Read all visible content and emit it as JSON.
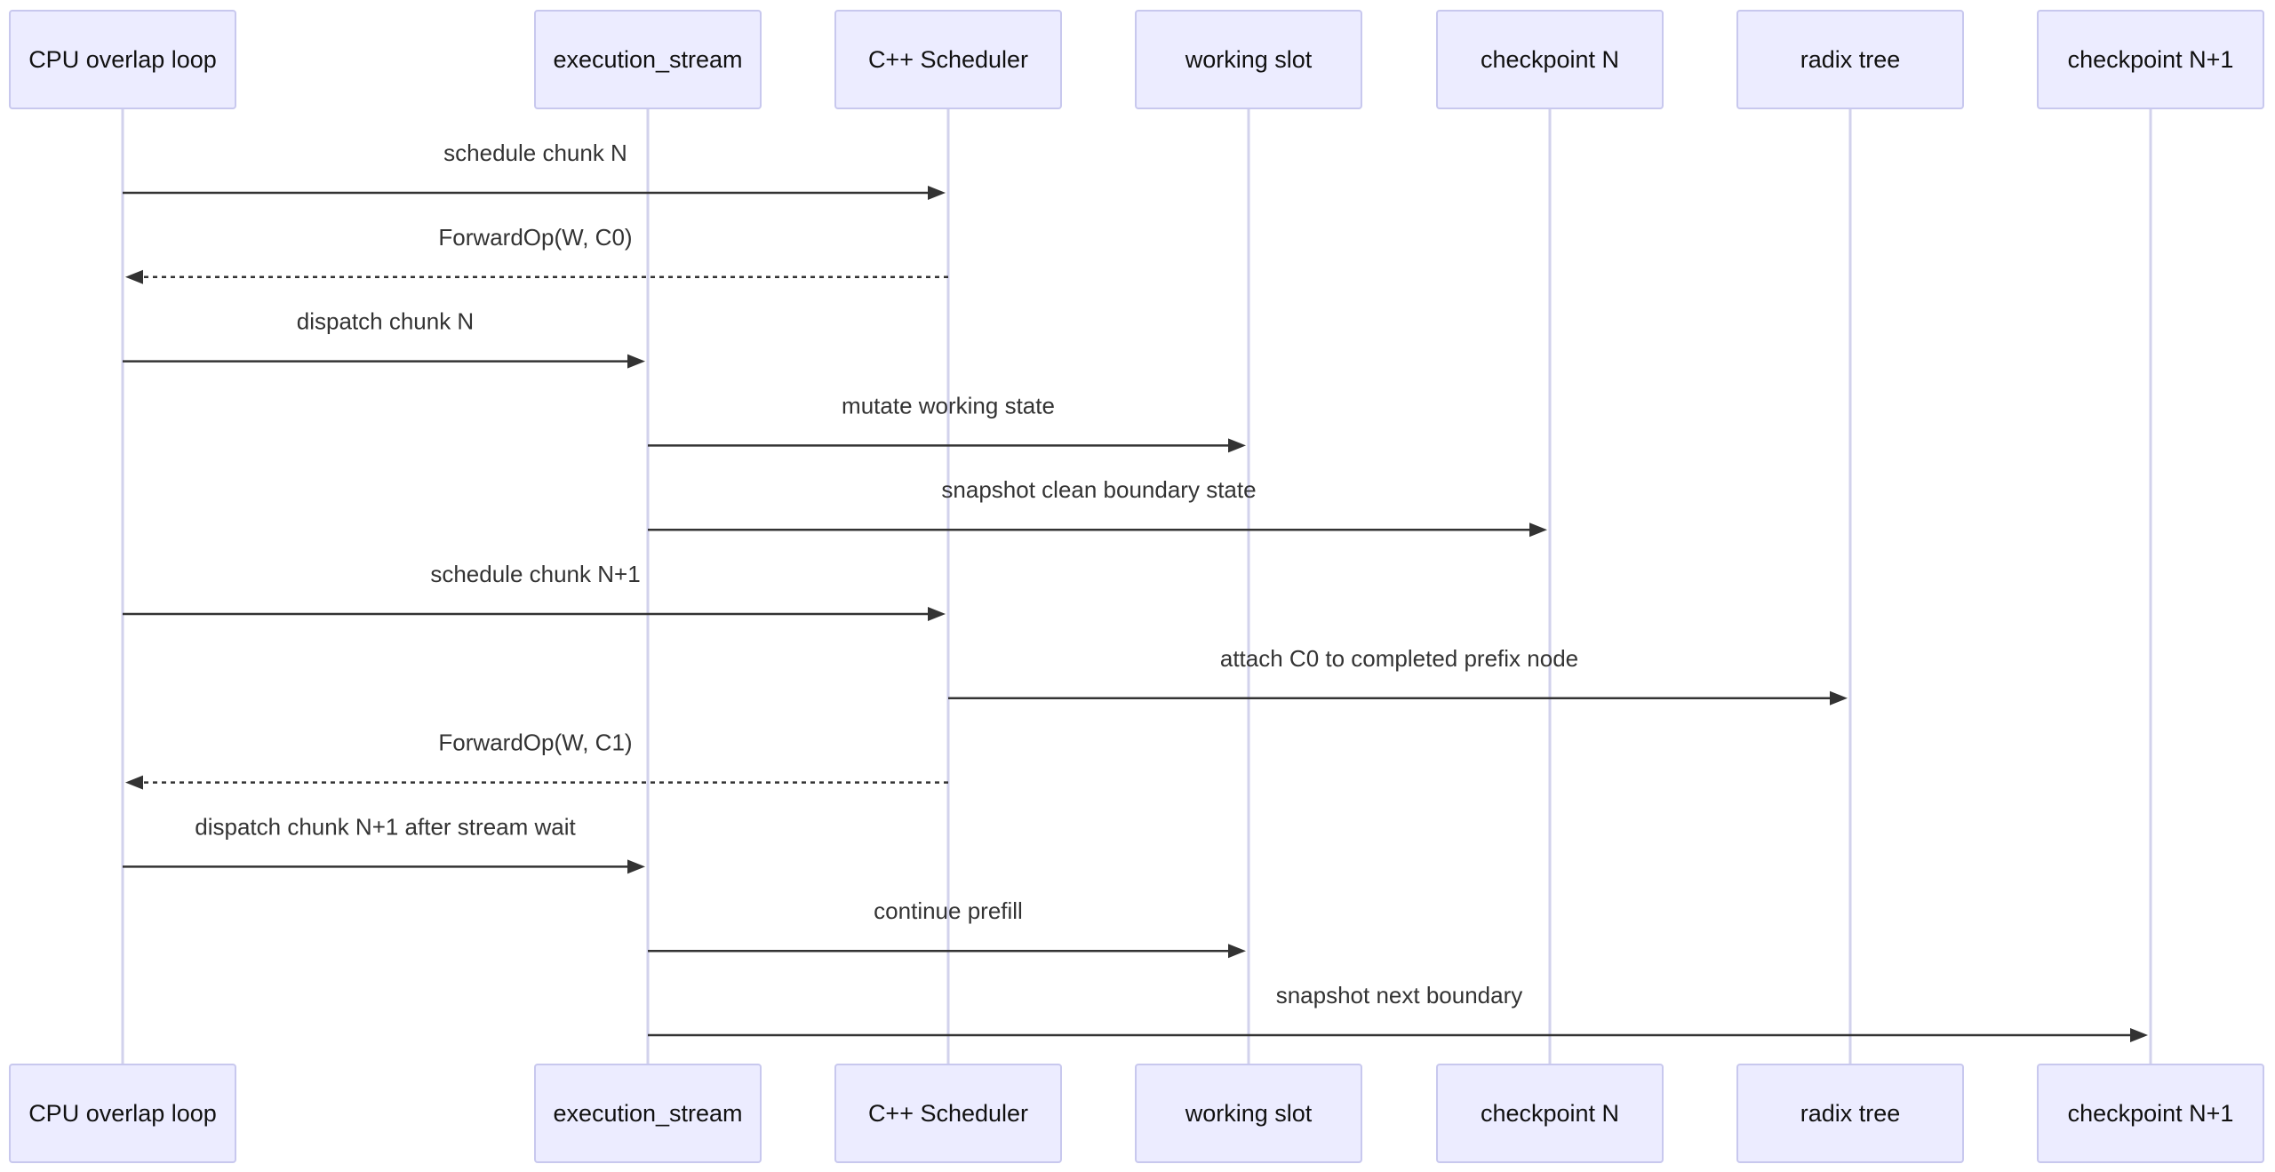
{
  "participants": [
    {
      "id": "cpu",
      "label": "CPU overlap loop"
    },
    {
      "id": "stream",
      "label": "execution_stream"
    },
    {
      "id": "sched",
      "label": "C++ Scheduler"
    },
    {
      "id": "work",
      "label": "working slot"
    },
    {
      "id": "ckptN",
      "label": "checkpoint N"
    },
    {
      "id": "radix",
      "label": "radix tree"
    },
    {
      "id": "ckptN1",
      "label": "checkpoint N+1"
    }
  ],
  "messages": [
    {
      "from": "cpu",
      "to": "sched",
      "label": "schedule chunk N",
      "style": "solid"
    },
    {
      "from": "sched",
      "to": "cpu",
      "label": "ForwardOp(W, C0)",
      "style": "dotted"
    },
    {
      "from": "cpu",
      "to": "stream",
      "label": "dispatch chunk N",
      "style": "solid"
    },
    {
      "from": "stream",
      "to": "work",
      "label": "mutate working state",
      "style": "solid"
    },
    {
      "from": "stream",
      "to": "ckptN",
      "label": "snapshot clean boundary state",
      "style": "solid"
    },
    {
      "from": "cpu",
      "to": "sched",
      "label": "schedule chunk N+1",
      "style": "solid"
    },
    {
      "from": "sched",
      "to": "radix",
      "label": "attach C0 to completed prefix node",
      "style": "solid"
    },
    {
      "from": "sched",
      "to": "cpu",
      "label": "ForwardOp(W, C1)",
      "style": "dotted"
    },
    {
      "from": "cpu",
      "to": "stream",
      "label": "dispatch chunk N+1 after stream wait",
      "style": "solid"
    },
    {
      "from": "stream",
      "to": "work",
      "label": "continue prefill",
      "style": "solid"
    },
    {
      "from": "stream",
      "to": "ckptN1",
      "label": "snapshot next boundary",
      "style": "solid"
    }
  ],
  "colors": {
    "actor_fill": "#ECECFF",
    "actor_border": "#C8C8EE",
    "lifeline": "#D2D2EC",
    "message": "#333333"
  }
}
